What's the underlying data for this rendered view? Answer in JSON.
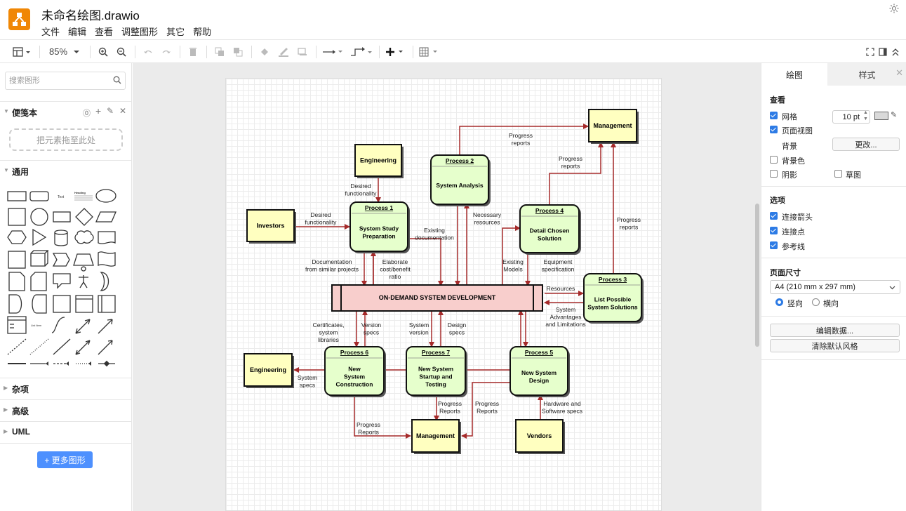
{
  "app": {
    "title": "未命名绘图.drawio"
  },
  "menu": [
    "文件",
    "编辑",
    "查看",
    "调整图形",
    "其它",
    "帮助"
  ],
  "toolbar": {
    "zoom": "85%"
  },
  "sidebar": {
    "search_placeholder": "搜索图形",
    "scratchpad": {
      "title": "便笺本",
      "dropzone": "把元素拖至此处"
    },
    "general": {
      "title": "通用"
    },
    "shape_labels": {
      "text": "Text",
      "heading": "Heading",
      "list": "List Item"
    },
    "sections": [
      "杂项",
      "高级",
      "UML"
    ],
    "more_shapes": "+ 更多图形"
  },
  "diagram": {
    "boxes": {
      "mgmt_top": "Management",
      "engineering_top": "Engineering",
      "investors": "Investors",
      "engineering_bottom": "Engineering",
      "mgmt_bottom": "Management",
      "vendors": "Vendors"
    },
    "processes": {
      "p1": {
        "title": "Process 1",
        "label": [
          "System Study",
          "Preparation"
        ]
      },
      "p2": {
        "title": "Process 2",
        "label": [
          "System Analysis"
        ]
      },
      "p3": {
        "title": "Process 3",
        "label": [
          "List Possible",
          "System Solutions"
        ]
      },
      "p4": {
        "title": "Process 4",
        "label": [
          "Detail Chosen",
          "Solution"
        ]
      },
      "p5": {
        "title": "Process 5",
        "label": [
          "New System",
          "Design"
        ]
      },
      "p6": {
        "title": "Process 6",
        "label": [
          "New",
          "System",
          "Construction"
        ]
      },
      "p7": {
        "title": "Process 7",
        "label": [
          "New System",
          "Startup and",
          "Testing"
        ]
      }
    },
    "central": "ON-DEMAND SYSTEM DEVELOPMENT",
    "edge_labels": {
      "progress_reports_top": [
        "Progress",
        "reports"
      ],
      "progress_reports_p4": [
        "Progress",
        "reports"
      ],
      "progress_reports_p3": [
        "Progress",
        "reports"
      ],
      "desired_func_eng": [
        "Desired",
        "functionality"
      ],
      "desired_func_inv": [
        "Desired",
        "functionality"
      ],
      "necessary_resources": [
        "Necessary",
        "resources"
      ],
      "existing_doc": [
        "Existing",
        "documentation"
      ],
      "documentation": [
        "Documentation",
        "from similar projects"
      ],
      "elaborate": [
        "Elaborate",
        "cost/benefit",
        "ratio"
      ],
      "existing_models": [
        "Existing",
        "Models"
      ],
      "equipment": [
        "Equipment",
        "specification"
      ],
      "resources": [
        "Resources"
      ],
      "sys_adv": [
        "System",
        "Advantages",
        "and Limitations"
      ],
      "certificates": [
        "Certificates,",
        "system",
        "libraries"
      ],
      "version_specs": [
        "Version",
        "specs"
      ],
      "system_version": [
        "System",
        "version"
      ],
      "design_specs": [
        "Design",
        "specs"
      ],
      "system_specs": [
        "System",
        "specs"
      ],
      "progress_p6": [
        "Progress",
        "Reports"
      ],
      "progress_p7": [
        "Progress",
        "Reports"
      ],
      "progress_p5": [
        "Progress",
        "Reports"
      ],
      "hardware": [
        "Hardware and",
        "Software specs"
      ]
    }
  },
  "format_panel": {
    "tabs": [
      "绘图",
      "样式"
    ],
    "view_title": "查看",
    "grid": "网格",
    "grid_size": "10 pt",
    "page_view": "页面视图",
    "background": "背景",
    "change_button": "更改...",
    "background_color": "背景色",
    "shadow": "阴影",
    "sketch": "草图",
    "options_title": "选项",
    "connection_arrows": "连接箭头",
    "connection_points": "连接点",
    "guides": "参考线",
    "page_size_title": "页面尺寸",
    "page_size": "A4 (210 mm x 297 mm)",
    "portrait": "竖向",
    "landscape": "横向",
    "edit_data": "编辑数据...",
    "clear_style": "清除默认风格"
  },
  "colors": {
    "accent": "#2d7be5",
    "brand": "#f08705",
    "arrow": "#a52a2a",
    "process_fill": "#e6ffcc",
    "box_fill": "#ffffc0",
    "central_fill": "#f8cecc"
  }
}
